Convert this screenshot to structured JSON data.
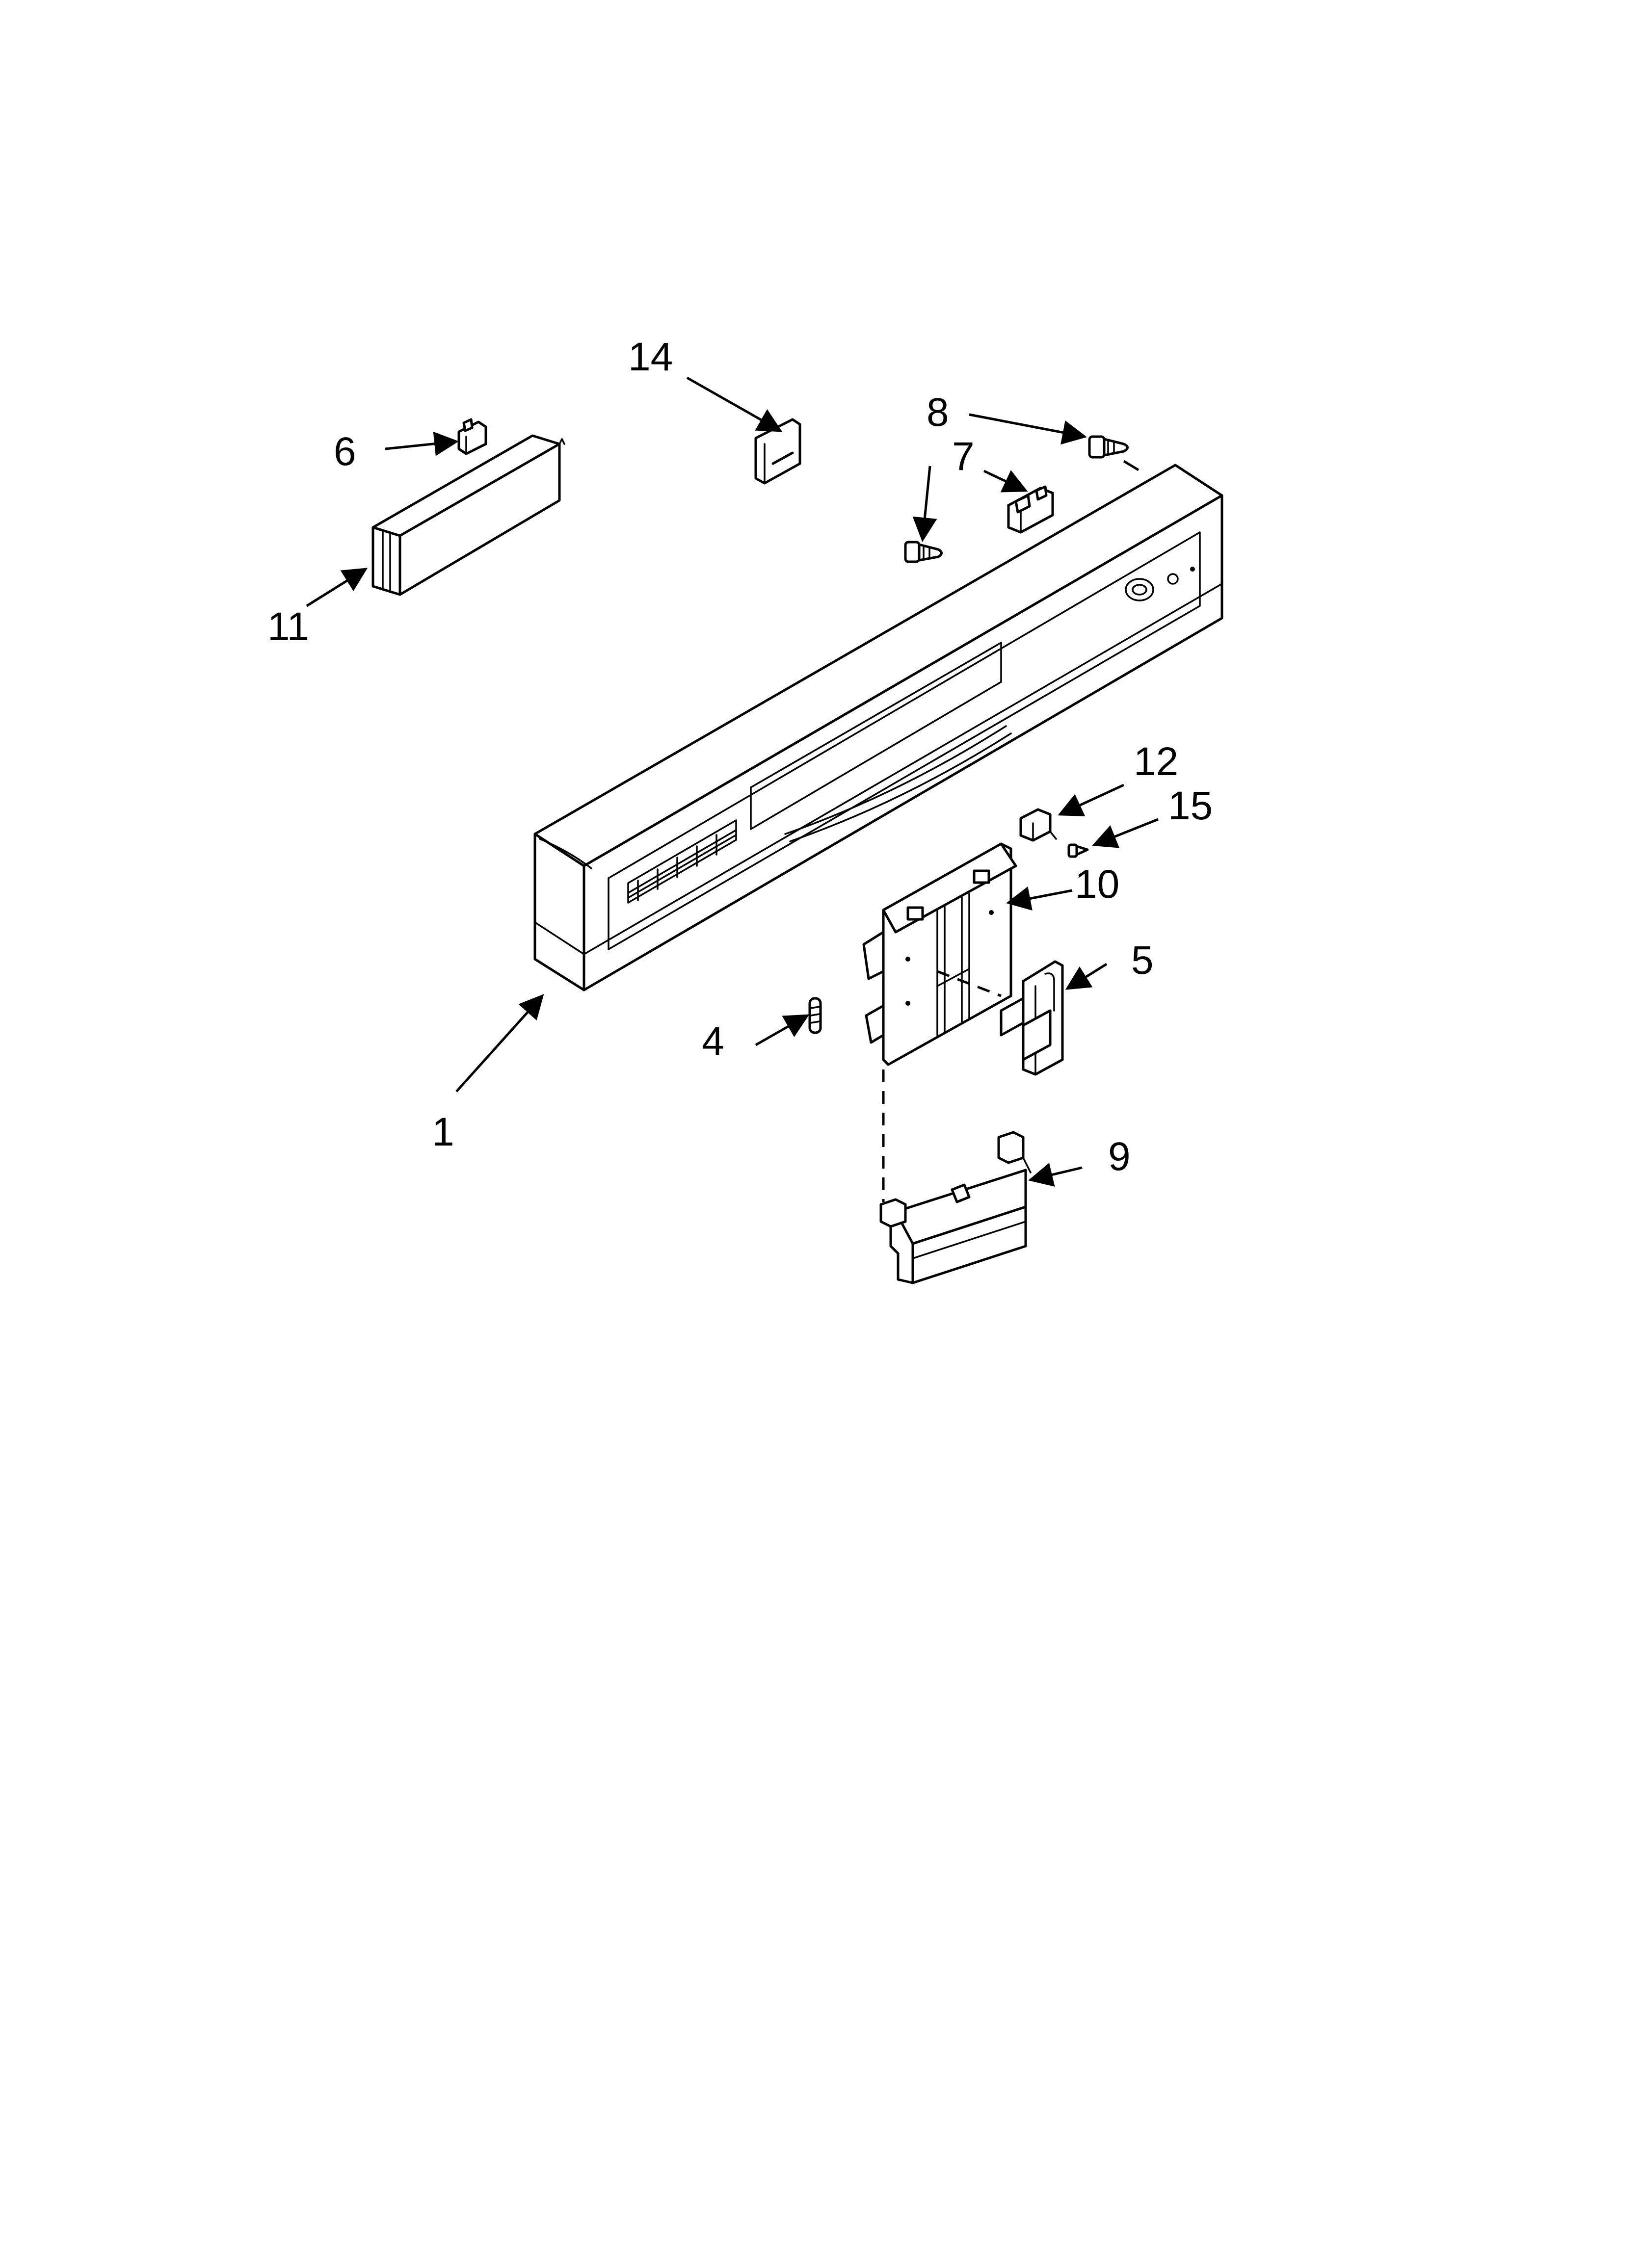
{
  "diagram": {
    "background": "#ffffff",
    "line_color": "#000000",
    "callouts": [
      {
        "id": "c1",
        "label": "1"
      },
      {
        "id": "c4",
        "label": "4"
      },
      {
        "id": "c5",
        "label": "5"
      },
      {
        "id": "c6",
        "label": "6"
      },
      {
        "id": "c7",
        "label": "7"
      },
      {
        "id": "c8",
        "label": "8"
      },
      {
        "id": "c9",
        "label": "9"
      },
      {
        "id": "c10",
        "label": "10"
      },
      {
        "id": "c11",
        "label": "11"
      },
      {
        "id": "c12",
        "label": "12"
      },
      {
        "id": "c14",
        "label": "14"
      },
      {
        "id": "c15",
        "label": "15"
      }
    ]
  }
}
